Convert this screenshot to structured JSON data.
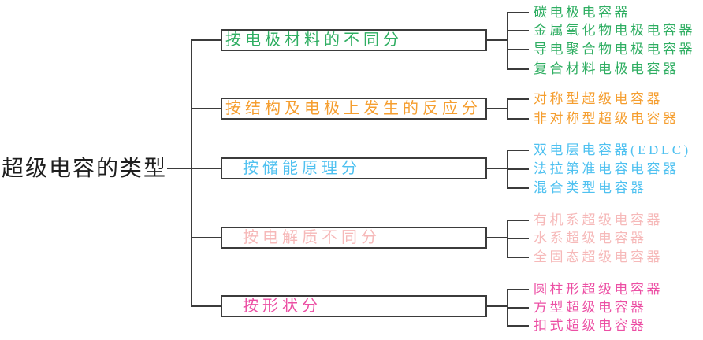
{
  "root": {
    "label": "超级电容的类型"
  },
  "line_color": "#3b3b3b",
  "groups": [
    {
      "label": "按电极材料的不同分",
      "color": "#2fae62",
      "leaves": [
        "碳电极电容器",
        "金属氧化物电极电容器",
        "导电聚合物电极电容器",
        "复合材料电极电容器"
      ]
    },
    {
      "label": "按结构及电极上发生的反应分",
      "color": "#f59e2f",
      "leaves": [
        "对称型超级电容器",
        "非对称型超级电容器"
      ]
    },
    {
      "label": "按储能原理分",
      "color": "#4fc1f0",
      "leaves": [
        "双电层电容器(EDLC)",
        "法拉第准电容电容器",
        "混合类型电容器"
      ]
    },
    {
      "label": "按电解质不同分",
      "color": "#f6b9b9",
      "leaves": [
        "有机系超级电容器",
        "水系超级电容器",
        "全固态超级电容器"
      ]
    },
    {
      "label": "按形状分",
      "color": "#ec4fa4",
      "leaves": [
        "圆柱形超级电容器",
        "方型超级电容器",
        "扣式超级电容器"
      ]
    }
  ]
}
